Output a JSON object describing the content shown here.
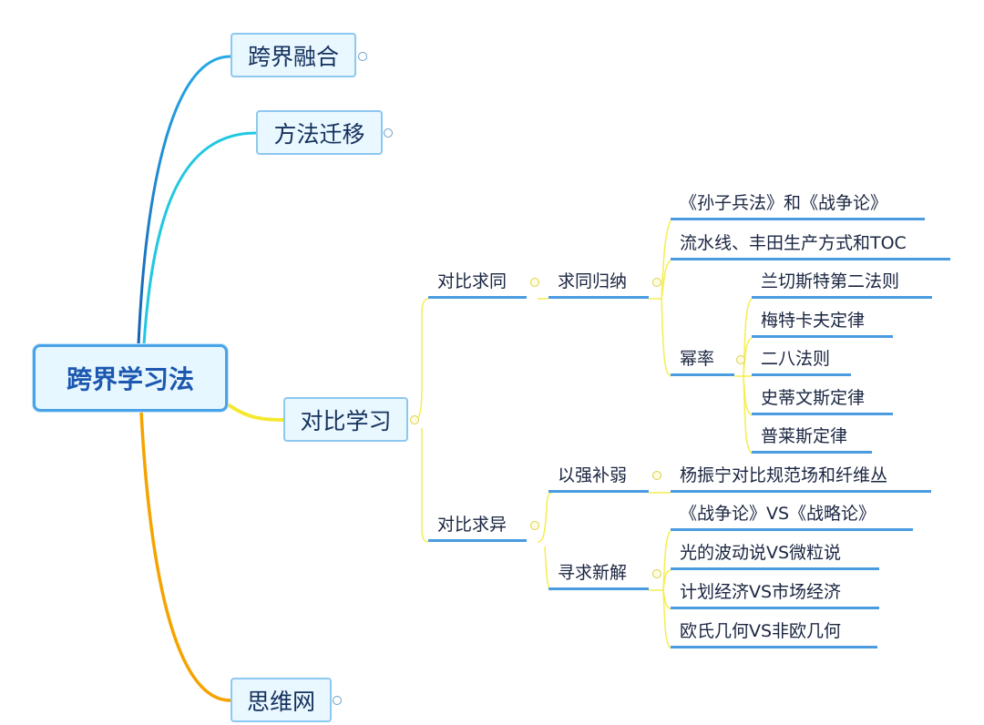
{
  "root": {
    "label": "跨界学习法"
  },
  "branches": [
    {
      "label": "跨界融合"
    },
    {
      "label": "方法迁移"
    },
    {
      "label": "对比学习"
    },
    {
      "label": "思维网"
    }
  ],
  "compare": {
    "same": {
      "label": "对比求同",
      "induction": {
        "label": "求同归纳",
        "items": [
          "《孙子兵法》和《战争论》",
          "流水线、丰田生产方式和TOC"
        ],
        "power": {
          "label": "幂率",
          "items": [
            "兰切斯特第二法则",
            "梅特卡夫定律",
            "二八法则",
            "史蒂文斯定律",
            "普莱斯定律"
          ]
        }
      }
    },
    "diff": {
      "label": "对比求异",
      "strong": {
        "label": "以强补弱",
        "items": [
          "杨振宁对比规范场和纤维丛"
        ]
      },
      "newsol": {
        "label": "寻求新解",
        "items": [
          "《战争论》VS《战略论》",
          "光的波动说VS微粒说",
          "计划经济VS市场经济",
          "欧氏几何VS非欧几何"
        ]
      }
    }
  },
  "colors": {
    "blue": "#1e88d0",
    "cyan": "#22c8e0",
    "yellow": "#f5e830",
    "orange": "#f5a300",
    "underline": "#4a9be0"
  }
}
